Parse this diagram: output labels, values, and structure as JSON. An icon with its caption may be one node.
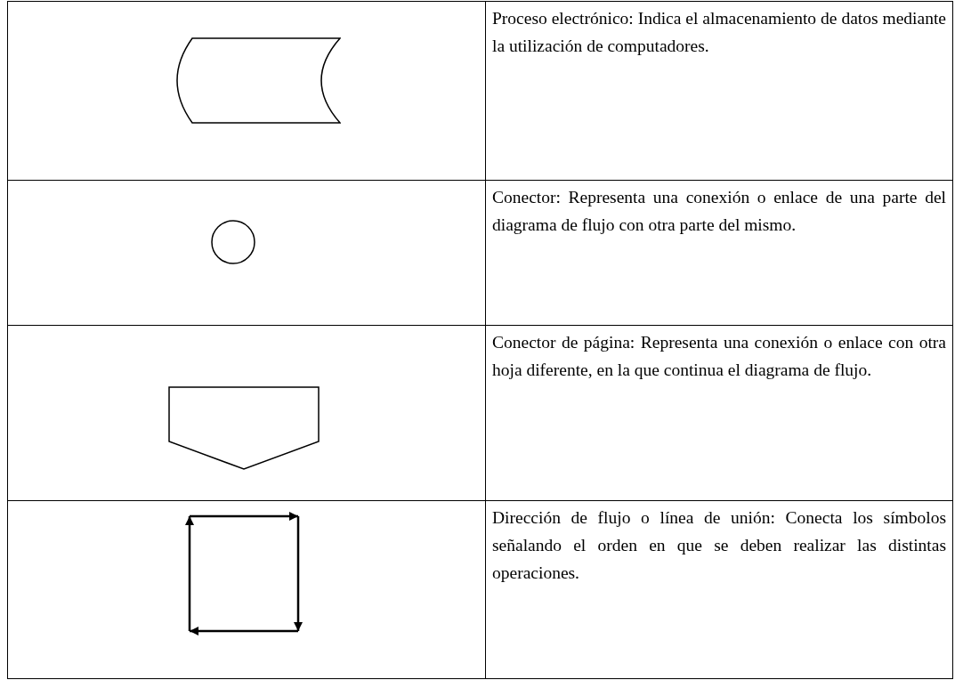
{
  "diagram": {
    "nodes": [
      {
        "text": [],
        "shape": "storage"
      },
      {
        "text": [],
        "shape": "circle"
      },
      {
        "text": [],
        "shape": "pentagon"
      }
    ],
    "labels": [
      "Proceso electrónico: Indica el almacenamiento de datos mediante la utilización de computadores.",
      "Conector: Representa una conexión o enlace de una parte del diagrama de flujo con otra parte del mismo.",
      "Conector de página: Representa una conexión o enlace con otra hoja diferente, en la que continua el diagrama de flujo.",
      "Dirección de flujo o línea de unión: Conecta los símbolos señalando el orden en que se deben realizar las distintas operaciones."
    ]
  }
}
